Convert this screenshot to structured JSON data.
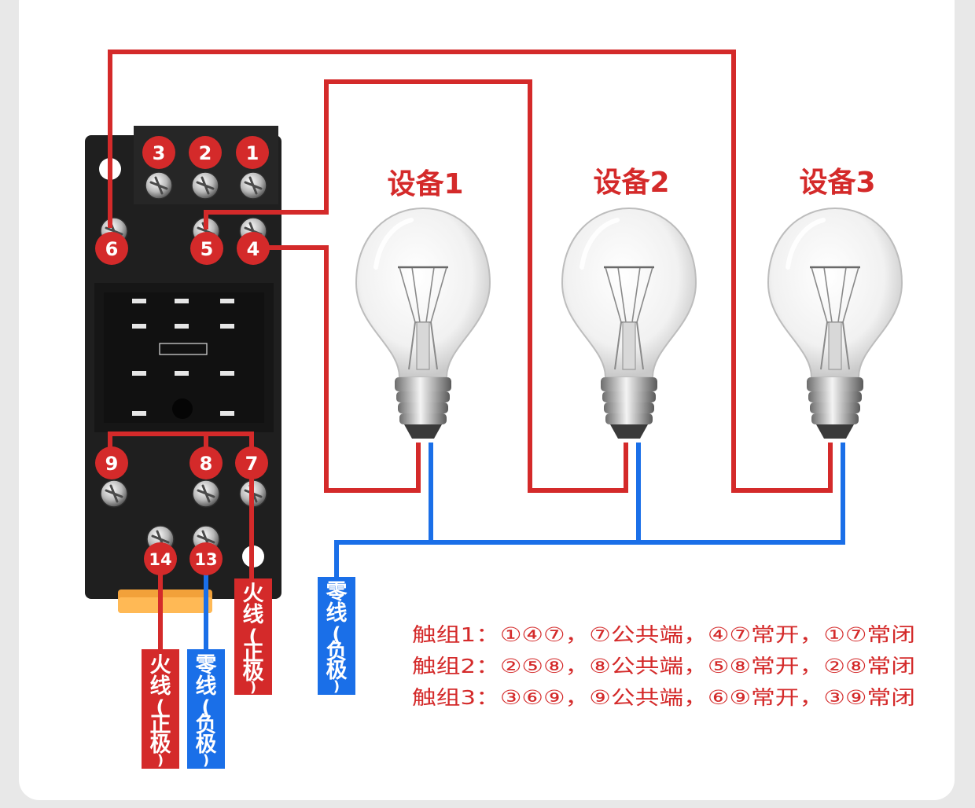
{
  "colors": {
    "live": "#d42a2a",
    "neutral": "#1a6fe8",
    "relay_body": "#1e1e1e",
    "text_red": "#d42a2a"
  },
  "terminals": {
    "t1": "1",
    "t2": "2",
    "t3": "3",
    "t4": "4",
    "t5": "5",
    "t6": "6",
    "t7": "7",
    "t8": "8",
    "t9": "9",
    "t13": "13",
    "t14": "14"
  },
  "devices": [
    {
      "label": "设备1"
    },
    {
      "label": "设备2"
    },
    {
      "label": "设备3"
    }
  ],
  "wire_labels": {
    "live_7": [
      "火",
      "线",
      "(",
      "正",
      "极",
      ")"
    ],
    "live_14": [
      "火",
      "线",
      "(",
      "正",
      "极",
      ")"
    ],
    "neutral_13": [
      "零",
      "线",
      "(",
      "负",
      "极",
      ")"
    ],
    "neutral_lamps": [
      "零",
      "线",
      "(",
      "负",
      "极",
      ")"
    ]
  },
  "legend": [
    "触组1：①④⑦，⑦公共端，④⑦常开，①⑦常闭",
    "触组2：②⑤⑧，⑧公共端，⑤⑧常开，②⑧常闭",
    "触组3：③⑥⑨，⑨公共端，⑥⑨常开，③⑨常闭"
  ],
  "icons": [
    "relay-socket-icon",
    "light-bulb-icon",
    "screw-terminal-icon"
  ]
}
